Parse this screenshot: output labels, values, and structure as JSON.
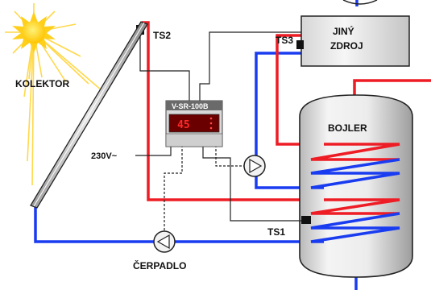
{
  "labels": {
    "collector": "KOLEKTOR",
    "ts2": "TS2",
    "ts3": "TS3",
    "other_source_line1": "JINÝ",
    "other_source_line2": "ZDROJ",
    "boiler": "BOJLER",
    "ts1": "TS1",
    "pump": "ČERPADLO",
    "power": "230V~"
  },
  "controller": {
    "model": "V-SR-100B",
    "display_value": "45"
  },
  "colors": {
    "hot_pipe": "#ee1c24",
    "cold_pipe": "#1a3cf0",
    "wire": "#222222",
    "sun": "#ffd21a",
    "sun_core": "#ffcc00",
    "controller_header": "#6a6a6a",
    "controller_body": "#d8d8d8",
    "display_bg": "#6b0000",
    "display_digits": "#ff2a2a"
  }
}
